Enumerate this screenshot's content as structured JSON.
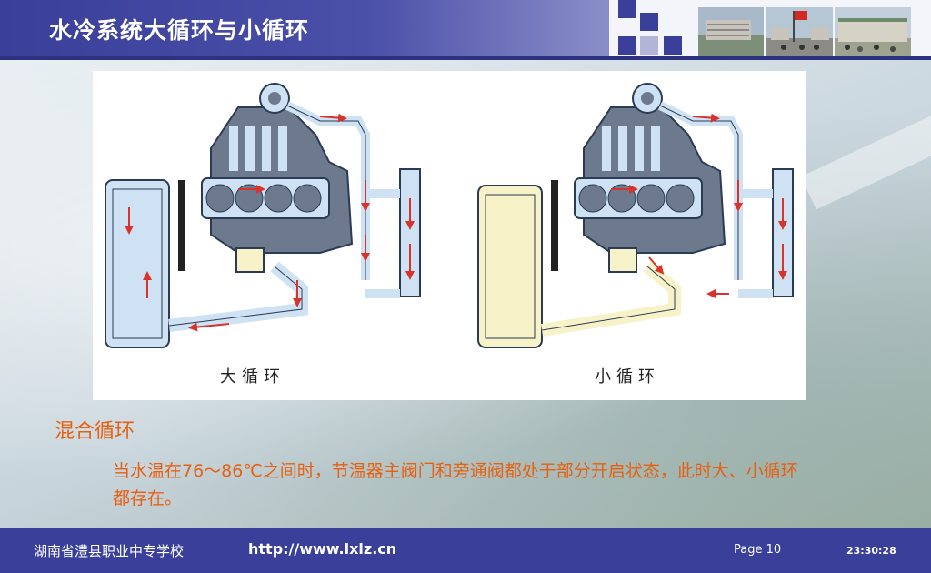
{
  "slide": {
    "title": "水冷系统大循环与小循环",
    "heading": "混合循环",
    "body": "当水温在76～86℃之间时，节温器主阀门和旁通阀都处于部分开启状态，此时大、小循环都存在。"
  },
  "diagram": {
    "left_caption": "大循环",
    "right_caption": "小循环"
  },
  "footer": {
    "school": "湖南省澧县职业中专学校",
    "url": "http://www.lxlz.cn",
    "page": "Page 10",
    "time": "23:30:28"
  },
  "colors": {
    "title_bar": "#3a3f99",
    "accent_text": "#e8600f",
    "coolant_hot": "#cfe2f3",
    "coolant_cold": "#f7f2c8",
    "flow_arrow": "#d9342b",
    "engine_block": "#6d7a8e"
  }
}
